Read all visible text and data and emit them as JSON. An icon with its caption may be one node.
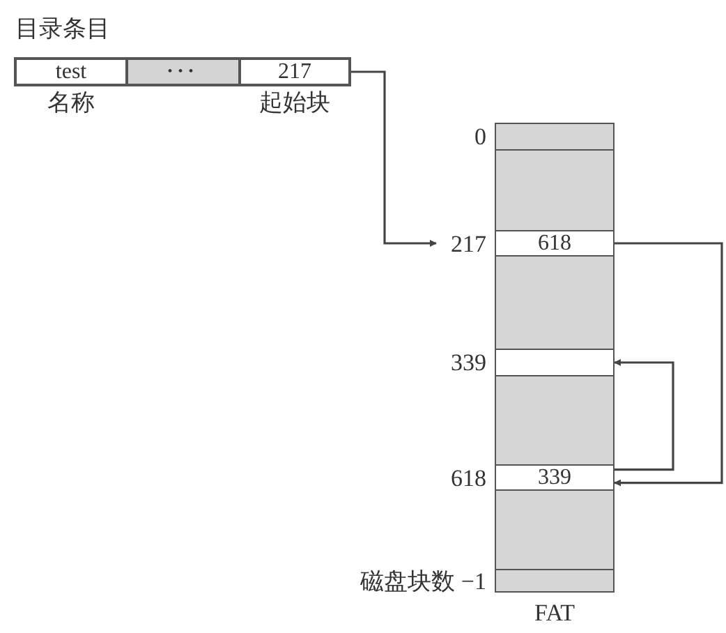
{
  "diagram": {
    "nodes": [
      {
        "text": [
          "目录条目"
        ]
      },
      {
        "text": [
          "test"
        ],
        "in": 0,
        "beside": [
          "名称"
        ]
      },
      {
        "text": [
          "•••"
        ],
        "in": 0
      },
      {
        "text": [
          "217"
        ],
        "in": 0,
        "beside": [
          "起始块"
        ]
      },
      {
        "text": [
          "FAT"
        ]
      },
      {
        "text": [],
        "shape": "box",
        "in": 4,
        "beside": [
          "0"
        ]
      },
      {
        "text": [
          "618"
        ],
        "in": 4,
        "beside": [
          "217"
        ]
      },
      {
        "text": [],
        "shape": "box",
        "in": 4,
        "beside": [
          "339"
        ]
      },
      {
        "text": [
          "339"
        ],
        "in": 4,
        "beside": [
          "618"
        ]
      },
      {
        "text": [],
        "shape": "box",
        "in": 4,
        "beside": [
          "磁盘块数 −1"
        ]
      }
    ],
    "edges": [
      {
        "from": 3,
        "to": 6,
        "arrow": "to"
      },
      {
        "from": 6,
        "to": 8,
        "arrow": "to"
      },
      {
        "from": 8,
        "to": 7,
        "arrow": "to"
      }
    ]
  }
}
